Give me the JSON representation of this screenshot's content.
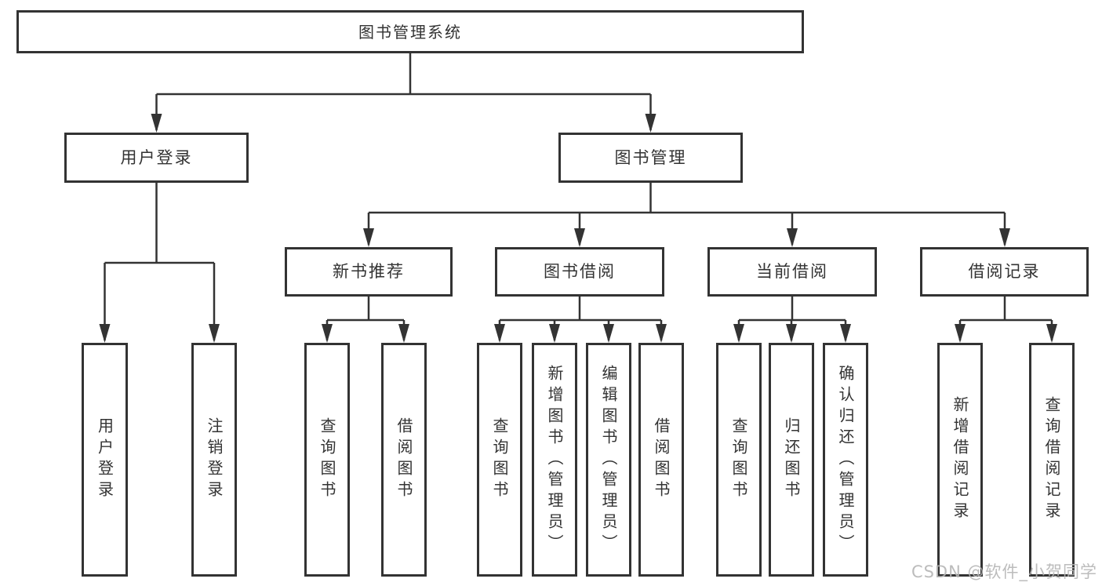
{
  "nodes": {
    "root": "图书管理系统",
    "user_login": "用户登录",
    "book_management": "图书管理",
    "new_book_recommend": "新书推荐",
    "book_borrow": "图书借阅",
    "current_borrow": "当前借阅",
    "borrow_record": "借阅记录",
    "ul_user_login": "用户登录",
    "ul_logout": "注销登录",
    "nb_query_book": "查询图书",
    "nb_borrow_book": "借阅图书",
    "bb_query_book": "查询图书",
    "bb_add_book": "新增图书（管理员）",
    "bb_edit_book": "编辑图书（管理员）",
    "bb_borrow_book": "借阅图书",
    "cb_query_book": "查询图书",
    "cb_return_book": "归还图书",
    "cb_confirm_return": "确认归还（管理员）",
    "br_add_record": "新增借阅记录",
    "br_query_record": "查询借阅记录"
  },
  "hierarchy": {
    "root": [
      "user_login",
      "book_management"
    ],
    "user_login": [
      "ul_user_login",
      "ul_logout"
    ],
    "book_management": [
      "new_book_recommend",
      "book_borrow",
      "current_borrow",
      "borrow_record"
    ],
    "new_book_recommend": [
      "nb_query_book",
      "nb_borrow_book"
    ],
    "book_borrow": [
      "bb_query_book",
      "bb_add_book",
      "bb_edit_book",
      "bb_borrow_book"
    ],
    "current_borrow": [
      "cb_query_book",
      "cb_return_book",
      "cb_confirm_return"
    ],
    "borrow_record": [
      "br_add_record",
      "br_query_record"
    ]
  },
  "watermark": "CSDN @软件_小贺同学",
  "colors": {
    "line": "#333333",
    "text": "#333333",
    "box_background": "#ffffff",
    "watermark": "#b5b5b5",
    "background": "#ffffff"
  }
}
